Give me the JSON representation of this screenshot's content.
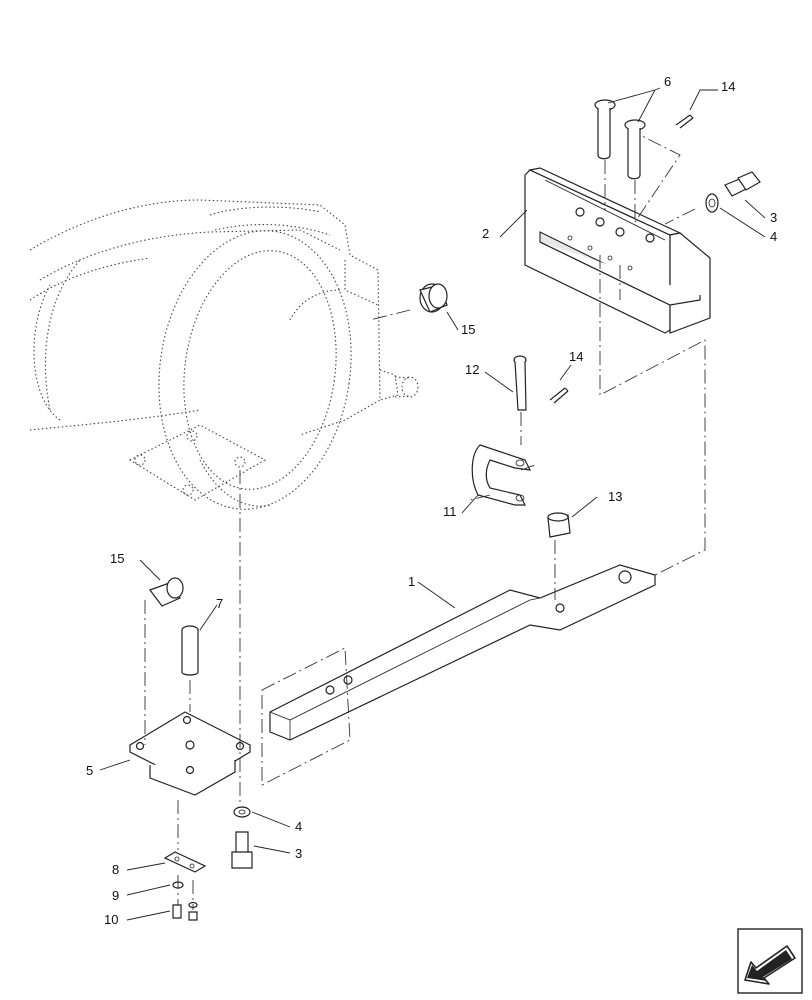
{
  "callouts": {
    "c1": "1",
    "c2": "2",
    "c3a": "3",
    "c3b": "3",
    "c4a": "4",
    "c4b": "4",
    "c5": "5",
    "c6": "6",
    "c7": "7",
    "c8": "8",
    "c9": "9",
    "c10": "10",
    "c11": "11",
    "c12": "12",
    "c13": "13",
    "c14a": "14",
    "c14b": "14",
    "c15a": "15",
    "c15b": "15"
  },
  "icons": {
    "nav": "direction-arrow-icon"
  }
}
